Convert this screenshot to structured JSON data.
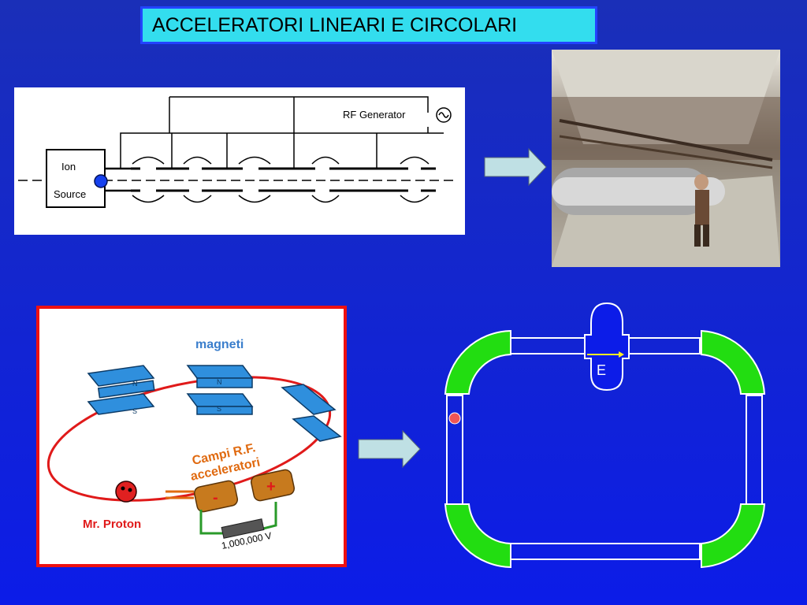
{
  "slide": {
    "title": "ACCELERATORI LINEARI E CIRCOLARI"
  },
  "linac": {
    "ion_source_line1": "Ion",
    "ion_source_line2": "Source",
    "rf_generator_label": "RF Generator"
  },
  "synchrotron": {
    "magnets_label": "magneti",
    "magnet_pole_n": "N",
    "magnet_pole_s": "S",
    "rf_fields_line1": "Campi R.F.",
    "rf_fields_line2": "acceleratori",
    "cavity_minus": "-",
    "cavity_plus": "+",
    "particle_label": "Mr. Proton",
    "voltage_label": "1,000,000 V"
  },
  "ring": {
    "field_label": "E"
  },
  "colors": {
    "title_bg": "#33ddee",
    "bending_magnet": "#22dd11",
    "arrow_fill": "#bfe0e4",
    "panel_border": "#ee1111"
  }
}
